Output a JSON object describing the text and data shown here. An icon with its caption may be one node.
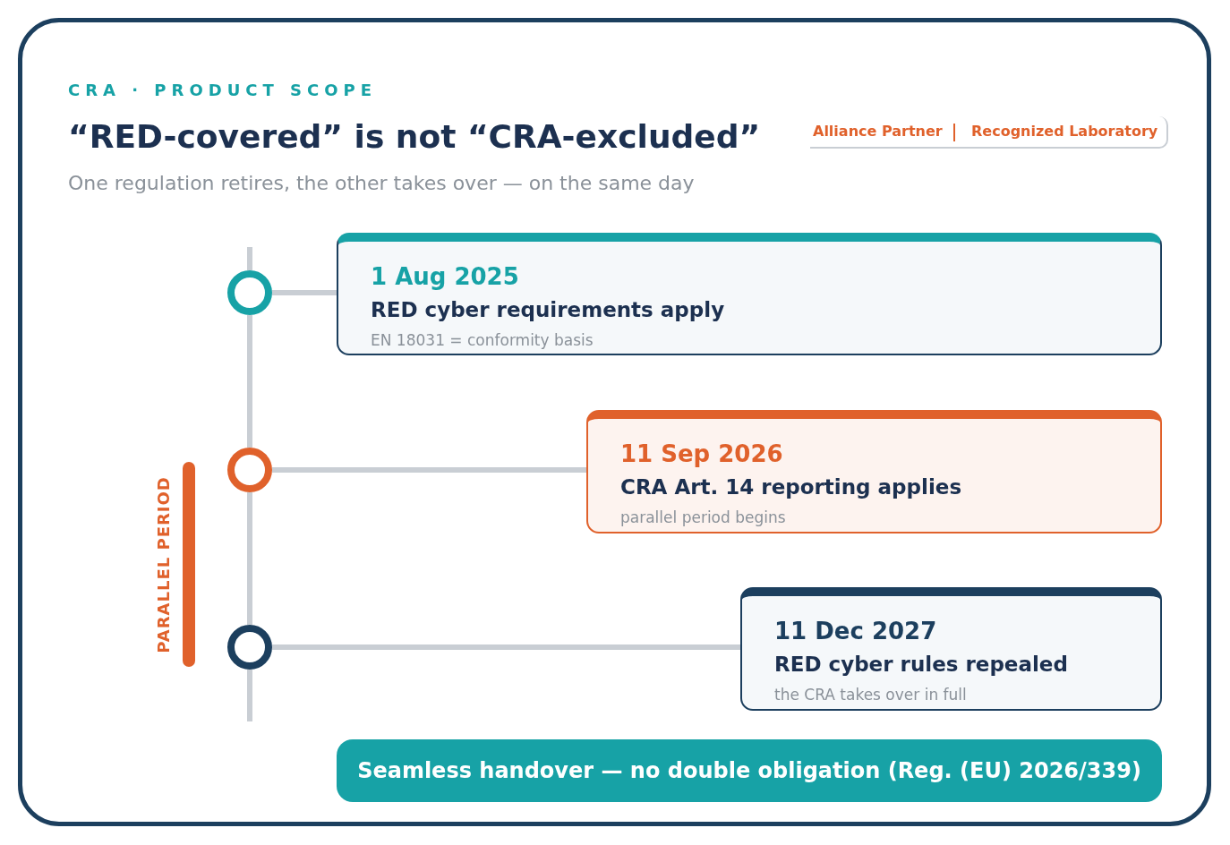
{
  "diagram": {
    "title": "“RED-covered” is not “CRA-excluded”",
    "nodes": [
      {
        "text": [],
        "shape": "circle"
      },
      {
        "text": [
          "1 Aug 2025",
          "RED cyber requirements apply",
          "EN 18031 = conformity basis"
        ]
      },
      {
        "text": [],
        "shape": "circle"
      },
      {
        "text": [
          "11 Sep 2026",
          "CRA Art. 14 reporting applies",
          "parallel period begins"
        ]
      },
      {
        "text": [],
        "shape": "circle"
      },
      {
        "text": [
          "11 Dec 2027",
          "RED cyber rules repealed",
          "the CRA takes over in full"
        ]
      },
      {
        "text": [
          "Seamless handover — no double obligation (Reg. (EU) 2026/339)"
        ]
      },
      {
        "text": [],
        "shape": "bar",
        "beside": [
          "PARALLEL PERIOD"
        ]
      }
    ],
    "edges": [
      {
        "from": 0,
        "to": 1,
        "arrow": "none"
      },
      {
        "from": 0,
        "to": 2,
        "arrow": "none"
      },
      {
        "from": 2,
        "to": 3,
        "arrow": "none"
      },
      {
        "from": 2,
        "to": 4,
        "arrow": "none"
      },
      {
        "from": 4,
        "to": 5,
        "arrow": "none"
      }
    ],
    "labels": [
      "CRA · PRODUCT SCOPE",
      "One regulation retires, the other takes over — on the same day",
      "Alliance Partner",
      "Recognized Laboratory"
    ]
  }
}
